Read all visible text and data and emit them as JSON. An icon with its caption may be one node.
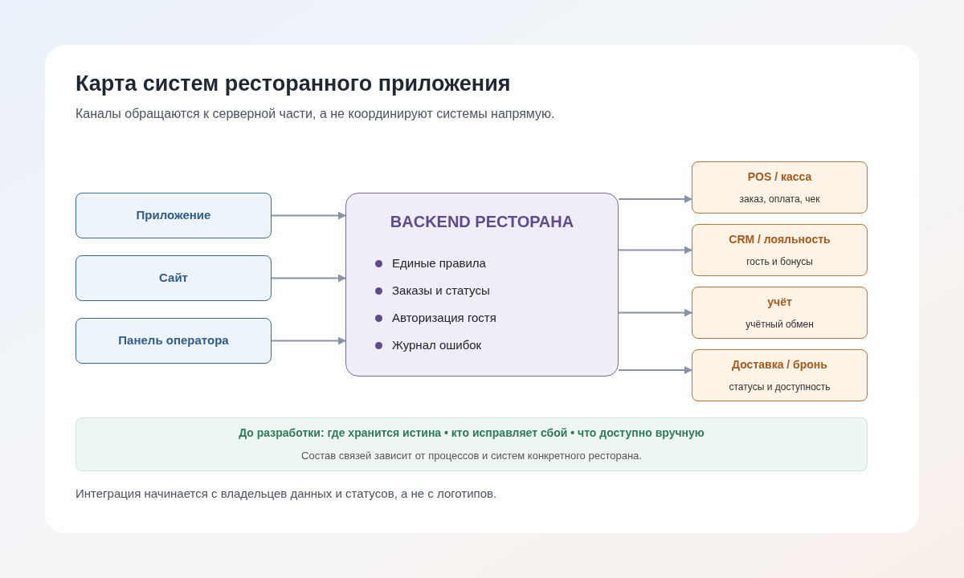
{
  "diagram": {
    "title": "Карта систем ресторанного приложения",
    "nodes": [
      {
        "text": [
          "Приложение"
        ]
      },
      {
        "text": [
          "Сайт"
        ]
      },
      {
        "text": [
          "Панель оператора"
        ]
      },
      {
        "text": [
          "BACKEND РЕСТОРАНА",
          "Единые правила",
          "Заказы и статусы",
          "Авторизация гостя",
          "Журнал ошибок"
        ]
      },
      {
        "text": [
          "POS / касса",
          "заказ, оплата, чек"
        ]
      },
      {
        "text": [
          "CRM / лояльность",
          "гость и бонусы"
        ]
      },
      {
        "text": [
          "учёт",
          "учётный обмен"
        ]
      },
      {
        "text": [
          "Доставка / бронь",
          "статусы и доступность"
        ]
      },
      {
        "text": [
          "До разработки: где хранится истина • кто исправляет сбой • что доступно вручную",
          "Состав связей зависит от процессов и систем конкретного ресторана."
        ]
      }
    ],
    "edges": [
      {
        "from": 0,
        "to": 3,
        "arrow": "to"
      },
      {
        "from": 1,
        "to": 3,
        "arrow": "to"
      },
      {
        "from": 2,
        "to": 3,
        "arrow": "to"
      },
      {
        "from": 3,
        "to": 4,
        "arrow": "to"
      },
      {
        "from": 3,
        "to": 5,
        "arrow": "to"
      },
      {
        "from": 3,
        "to": 6,
        "arrow": "to"
      },
      {
        "from": 3,
        "to": 7,
        "arrow": "to"
      }
    ],
    "labels": [
      "Каналы обращаются к серверной части, а не координируют системы напрямую.",
      "Интеграция начинается с владельцев данных и статусов, а не с логотипов."
    ]
  }
}
